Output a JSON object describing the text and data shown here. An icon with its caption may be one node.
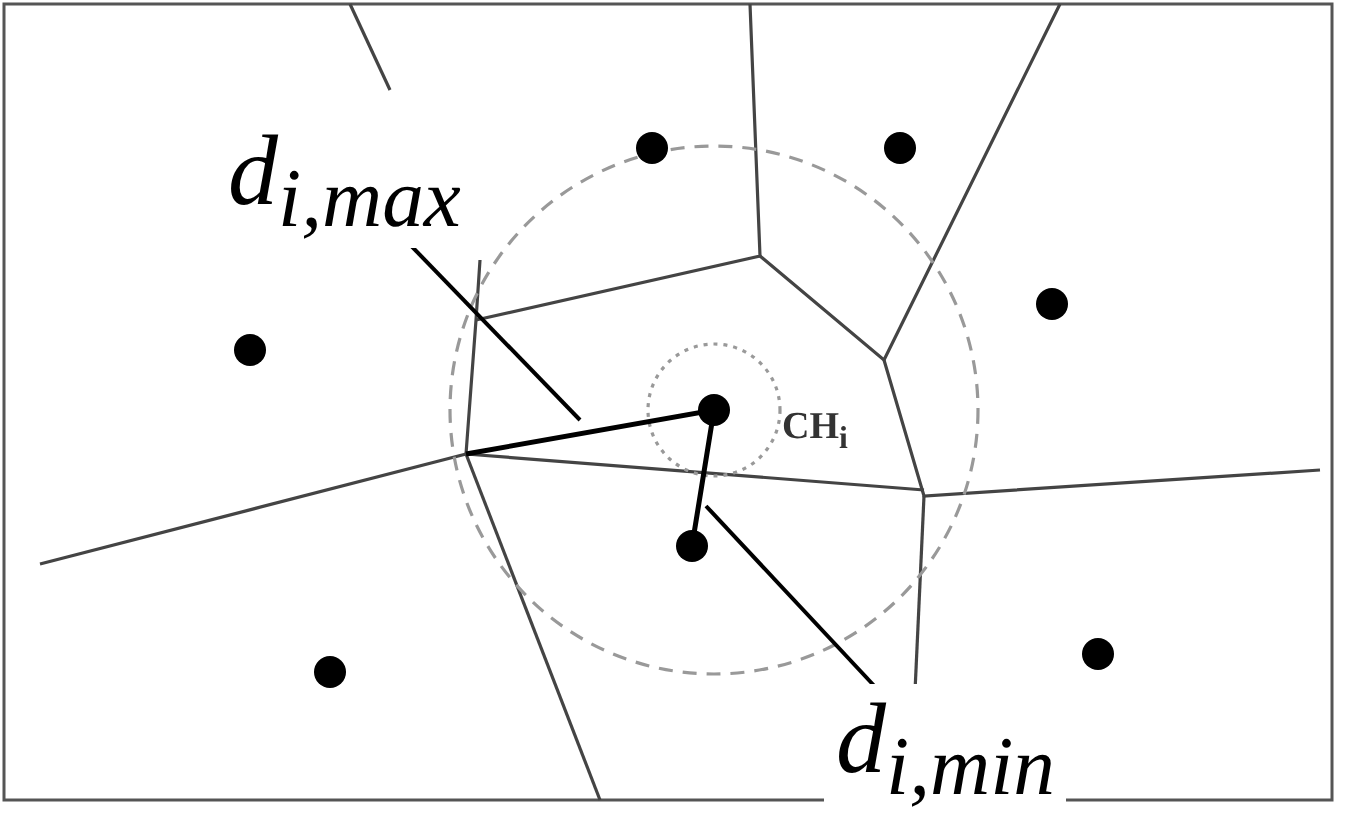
{
  "diagram": {
    "nodes": [
      {
        "text": [
          "d$_{i,max}$"
        ]
      },
      {
        "text": [
          "d$_{i,min}$"
        ]
      }
    ],
    "edges": [
      {
        "from": 0,
        "to": null,
        "arrow": "none"
      },
      {
        "from": 1,
        "to": null,
        "arrow": "none"
      }
    ],
    "labels": [
      "CH$_{i}$"
    ]
  }
}
